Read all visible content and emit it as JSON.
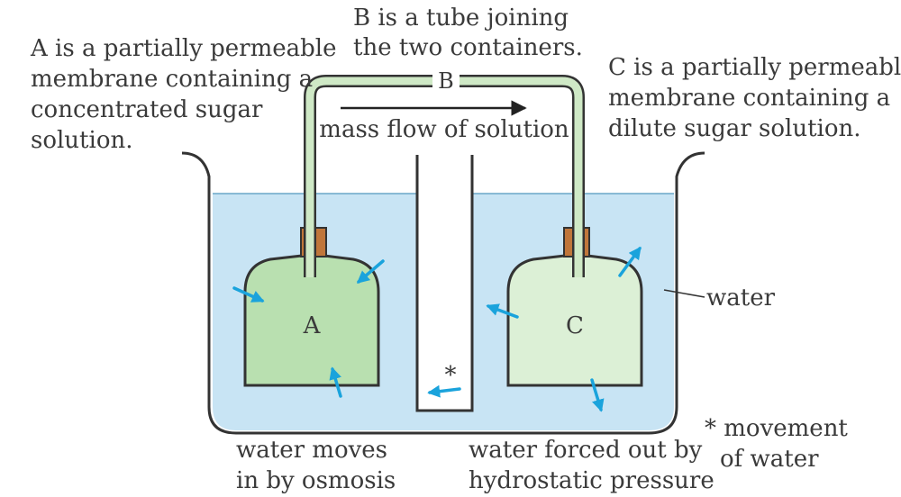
{
  "labels": {
    "a_desc": [
      "A is a partially permeable",
      "membrane containing a",
      "concentrated sugar",
      "solution."
    ],
    "b_desc": [
      "B is a tube joining",
      "the two containers."
    ],
    "c_desc": [
      "C is a partially permeable",
      "membrane containing a",
      "dilute sugar solution."
    ],
    "tube_letter": "B",
    "mass_flow": "mass flow of solution",
    "bag_a": "A",
    "bag_c": "C",
    "water": "water",
    "osmosis": [
      "water moves",
      "in by osmosis"
    ],
    "forced": [
      "water forced out by",
      "hydrostatic pressure"
    ],
    "star": "*",
    "movement": [
      "* movement",
      "of water"
    ]
  },
  "colors": {
    "water": "#c8e4f4",
    "bag_a": "#b9e0b0",
    "bag_c": "#dcf0d6",
    "tube": "#cfe9c6",
    "cork": "#c0763a",
    "arrow_blue": "#1aa3dc",
    "outline": "#333333"
  }
}
